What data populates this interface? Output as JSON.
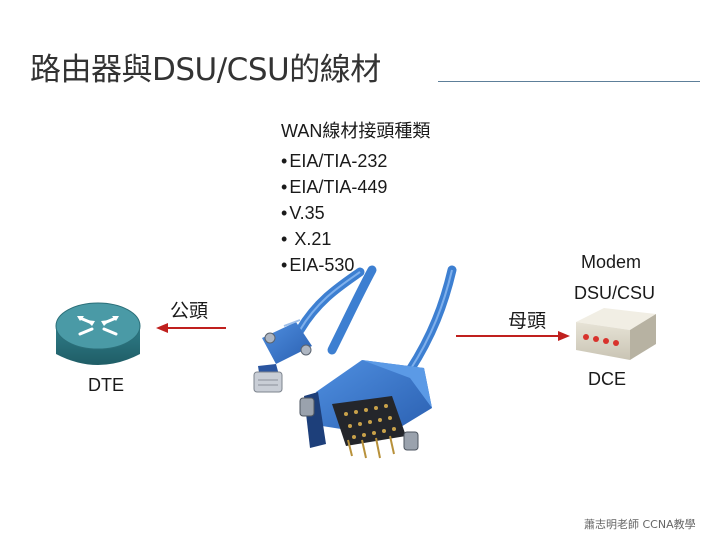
{
  "slide": {
    "title": "路由器與DSU/CSU的線材",
    "footer": "蕭志明老師 CCNA教學"
  },
  "wan_types": {
    "heading": "WAN線材接頭種類",
    "items": [
      "EIA/TIA-232",
      "EIA/TIA-449",
      "V.35",
      " X.21",
      "EIA-530"
    ]
  },
  "labels": {
    "male": "公頭",
    "female": "母頭",
    "dte": "DTE",
    "modem": "Modem",
    "dsu_csu": "DSU/CSU",
    "dce": "DCE"
  },
  "icons": {
    "router": "router-icon",
    "modem": "modem-icon",
    "cable": "serial-cable-image"
  },
  "colors": {
    "title": "#333333",
    "rule": "#5d7f99",
    "arrow": "#c0201e",
    "router": "#3f8f9a",
    "cable": "#3d7fd1",
    "connector": "#3a6fc4",
    "modem_leds": "#d8322c"
  }
}
